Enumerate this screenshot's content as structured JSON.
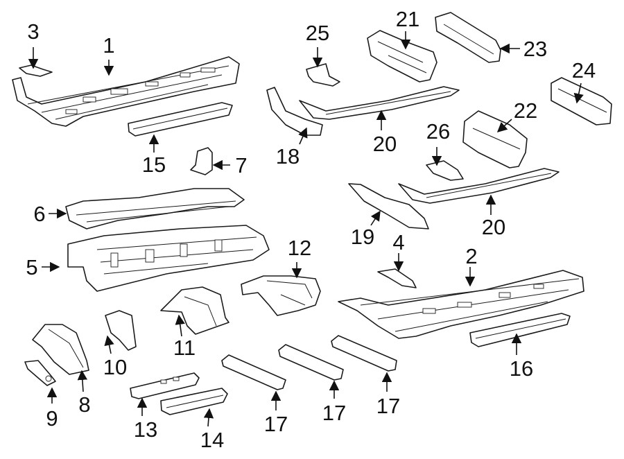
{
  "callouts": {
    "c1": "1",
    "c2": "2",
    "c3": "3",
    "c4": "4",
    "c5": "5",
    "c6": "6",
    "c7": "7",
    "c8": "8",
    "c9": "9",
    "c10": "10",
    "c11": "11",
    "c12": "12",
    "c13": "13",
    "c14": "14",
    "c15": "15",
    "c16": "16",
    "c17a": "17",
    "c17b": "17",
    "c17c": "17",
    "c18": "18",
    "c19": "19",
    "c20a": "20",
    "c20b": "20",
    "c21": "21",
    "c22": "22",
    "c23": "23",
    "c24": "24",
    "c25": "25",
    "c26": "26"
  },
  "colors": {
    "line": "#1a1a1a",
    "background": "#ffffff"
  }
}
